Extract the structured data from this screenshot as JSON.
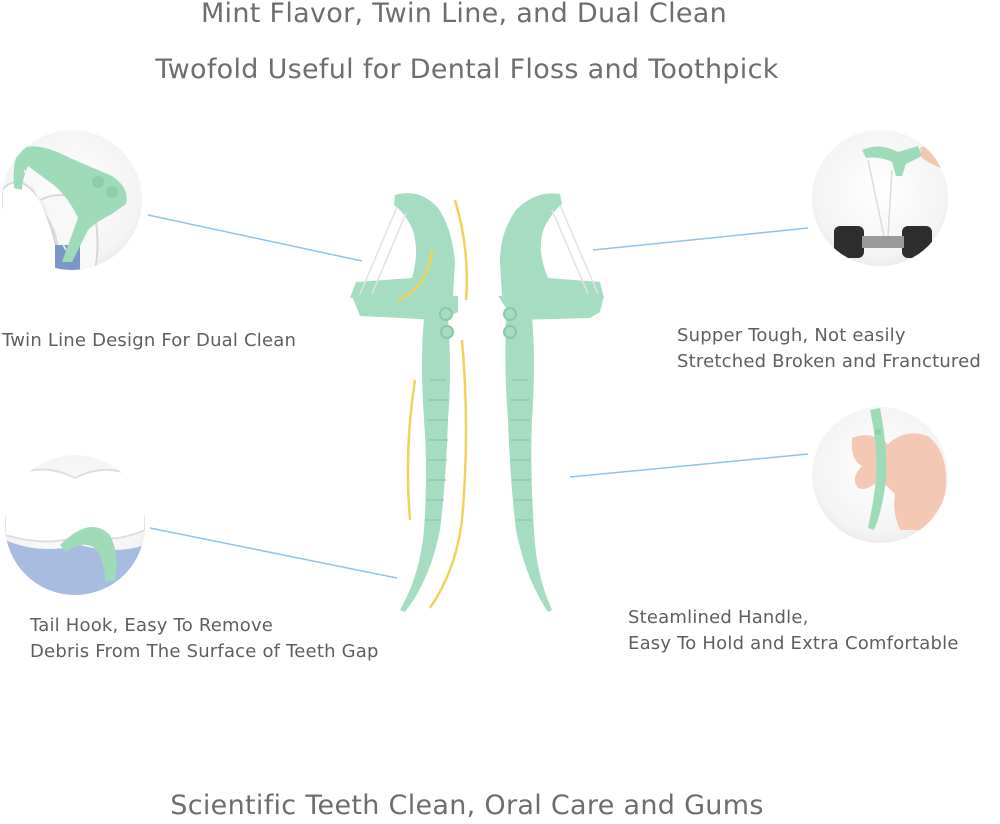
{
  "headings": {
    "line1": "Mint Flavor, Twin Line, and Dual Clean",
    "line2": "Twofold Useful for Dental Floss and Toothpick",
    "footer": "Scientific Teeth Clean, Oral Care and Gums"
  },
  "features": {
    "twin_line": {
      "line1": "Twin Line Design For Dual Clean"
    },
    "tough": {
      "line1": "Supper Tough, Not easily",
      "line2": "Stretched Broken and Franctured"
    },
    "tail_hook": {
      "line1": "Tail Hook, Easy To Remove",
      "line2": "Debris From The Surface of Teeth Gap"
    },
    "handle": {
      "line1": "Steamlined Handle,",
      "line2": "Easy To Hold and Extra Comfortable"
    }
  },
  "colors": {
    "mint": "#a6dcc1",
    "mint_dark": "#86c9a8",
    "accent_yellow": "#f0d25a",
    "connector_blue": "#8ec4e8"
  }
}
